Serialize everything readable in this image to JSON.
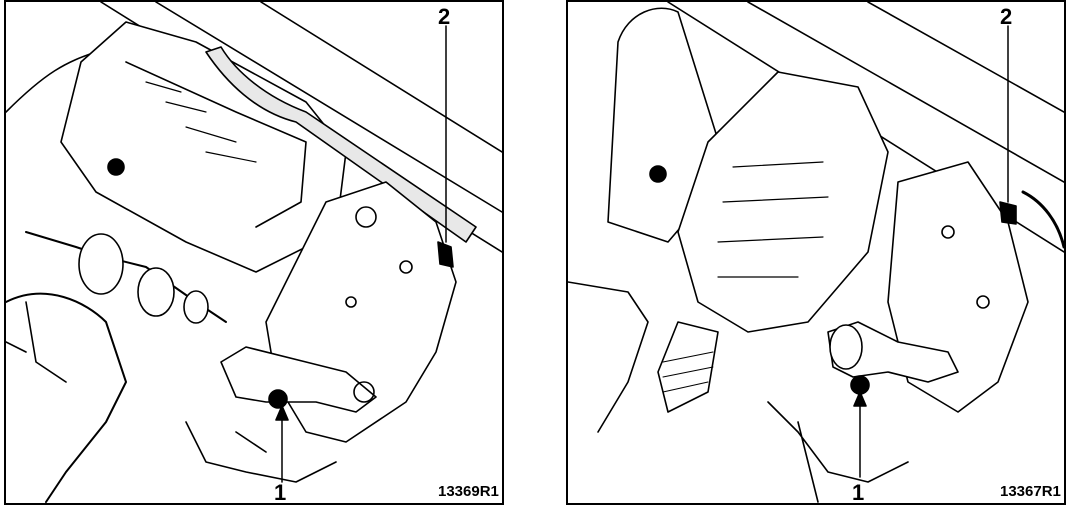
{
  "figures": [
    {
      "reference": "13369R1",
      "callouts": [
        {
          "label": "1"
        },
        {
          "label": "2"
        }
      ]
    },
    {
      "reference": "13367R1",
      "callouts": [
        {
          "label": "1"
        },
        {
          "label": "2"
        }
      ]
    }
  ],
  "colors": {
    "line": "#000000",
    "background": "#ffffff"
  }
}
